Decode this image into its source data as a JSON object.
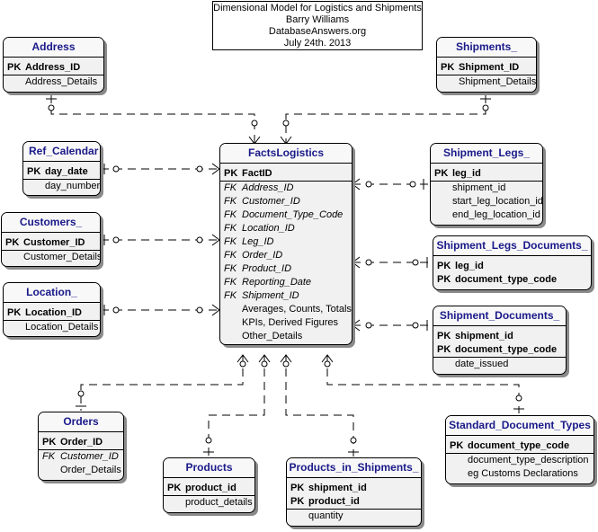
{
  "title_box": {
    "line1": "Dimensional Model for Logistics and Shipments",
    "line2": "Barry Williams",
    "line3": "DatabaseAnswers.org",
    "line4": "July 24th. 2013"
  },
  "entities": {
    "address": {
      "name": "Address",
      "pk": [
        {
          "key": "PK",
          "name": "Address_ID"
        }
      ],
      "attrs": [
        "Address_Details"
      ]
    },
    "shipments": {
      "name": "Shipments_",
      "pk": [
        {
          "key": "PK",
          "name": "Shipment_ID"
        }
      ],
      "attrs": [
        "Shipment_Details"
      ]
    },
    "ref_calendar": {
      "name": "Ref_Calendar",
      "pk": [
        {
          "key": "PK",
          "name": "day_date"
        }
      ],
      "attrs": [
        "day_number"
      ]
    },
    "customers": {
      "name": "Customers_",
      "pk": [
        {
          "key": "PK",
          "name": "Customer_ID"
        }
      ],
      "attrs": [
        "Customer_Details"
      ]
    },
    "location": {
      "name": "Location_",
      "pk": [
        {
          "key": "PK",
          "name": "Location_ID"
        }
      ],
      "attrs": [
        "Location_Details"
      ]
    },
    "facts": {
      "name": "FactsLogistics",
      "pk": [
        {
          "key": "PK",
          "name": "FactID"
        }
      ],
      "fks": [
        {
          "key": "FK",
          "name": "Address_ID"
        },
        {
          "key": "FK",
          "name": "Customer_ID"
        },
        {
          "key": "FK",
          "name": "Document_Type_Code"
        },
        {
          "key": "FK",
          "name": "Location_ID"
        },
        {
          "key": "FK",
          "name": "Leg_ID"
        },
        {
          "key": "FK",
          "name": "Order_ID"
        },
        {
          "key": "FK",
          "name": "Product_ID"
        },
        {
          "key": "FK",
          "name": "Reporting_Date"
        },
        {
          "key": "FK",
          "name": "Shipment_ID"
        }
      ],
      "attrs": [
        "Averages, Counts, Totals",
        "KPIs, Derived Figures",
        "Other_Details"
      ]
    },
    "shipment_legs": {
      "name": "Shipment_Legs_",
      "pk": [
        {
          "key": "PK",
          "name": "leg_id"
        }
      ],
      "attrs": [
        "shipment_id",
        "start_leg_location_id",
        "end_leg_location_id"
      ]
    },
    "shipment_legs_documents": {
      "name": "Shipment_Legs_Documents_",
      "pk": [
        {
          "key": "PK",
          "name": "leg_id"
        },
        {
          "key": "PK",
          "name": "document_type_code"
        }
      ],
      "attrs": []
    },
    "shipment_documents": {
      "name": "Shipment_Documents_",
      "pk": [
        {
          "key": "PK",
          "name": "shipment_id"
        },
        {
          "key": "PK",
          "name": "document_type_code"
        }
      ],
      "attrs": [
        "date_issued"
      ]
    },
    "orders": {
      "name": "Orders",
      "pk": [
        {
          "key": "PK",
          "name": "Order_ID"
        }
      ],
      "fks": [
        {
          "key": "FK",
          "name": "Customer_ID"
        }
      ],
      "attrs": [
        "Order_Details"
      ]
    },
    "products": {
      "name": "Products",
      "pk": [
        {
          "key": "PK",
          "name": "product_id"
        }
      ],
      "attrs": [
        "product_details"
      ]
    },
    "products_in_shipments": {
      "name": "Products_in_Shipments_",
      "pk": [
        {
          "key": "PK",
          "name": "shipment_id"
        },
        {
          "key": "PK",
          "name": "product_id"
        }
      ],
      "attrs": [
        "quantity"
      ]
    },
    "standard_document_types": {
      "name": "Standard_Document_Types",
      "pk": [
        {
          "key": "PK",
          "name": "document_type_code"
        }
      ],
      "attrs": [
        "document_type_description",
        "eg Customs Declarations"
      ]
    }
  }
}
